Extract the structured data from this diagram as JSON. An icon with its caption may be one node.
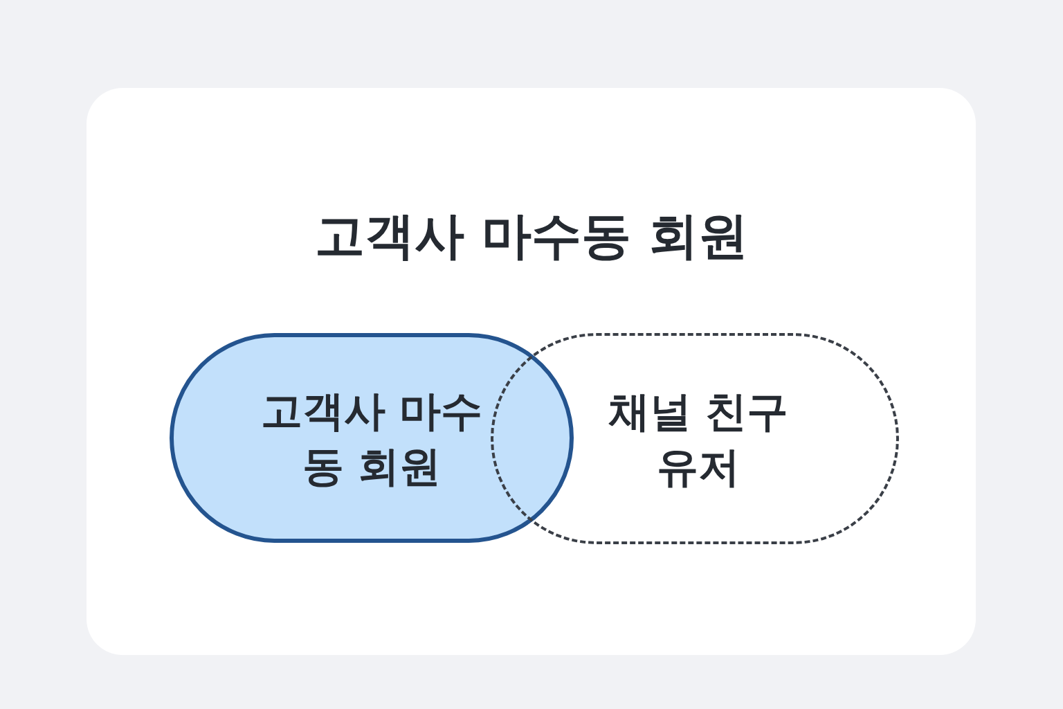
{
  "diagram": {
    "title": "고객사 마수동 회원",
    "nodes": [
      {
        "text": [
          "고객사 마수동 회원"
        ]
      },
      {
        "text": [
          "채널 친구 유저"
        ]
      }
    ]
  }
}
